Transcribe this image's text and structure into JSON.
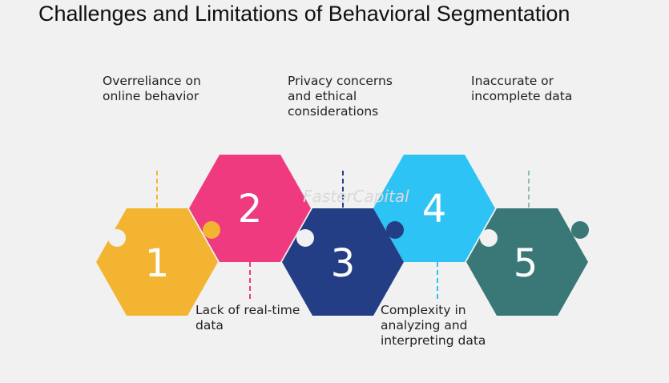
{
  "title": "Challenges and Limitations of Behavioral Segmentation",
  "watermark": "FasterCapital",
  "items": [
    {
      "number": "1",
      "color": "#f3b531",
      "lines": [
        "Overreliance on",
        "online behavior"
      ]
    },
    {
      "number": "2",
      "color": "#ef3a80",
      "lines": [
        "Lack of real-time",
        "data"
      ]
    },
    {
      "number": "3",
      "color": "#243e86",
      "lines": [
        "Privacy concerns",
        "and ethical",
        "considerations"
      ]
    },
    {
      "number": "4",
      "color": "#2ec3f5",
      "lines": [
        "Complexity in",
        "analyzing and",
        "interpreting data"
      ]
    },
    {
      "number": "5",
      "color": "#3a7877",
      "lines": [
        "Inaccurate or",
        "incomplete data"
      ]
    }
  ]
}
